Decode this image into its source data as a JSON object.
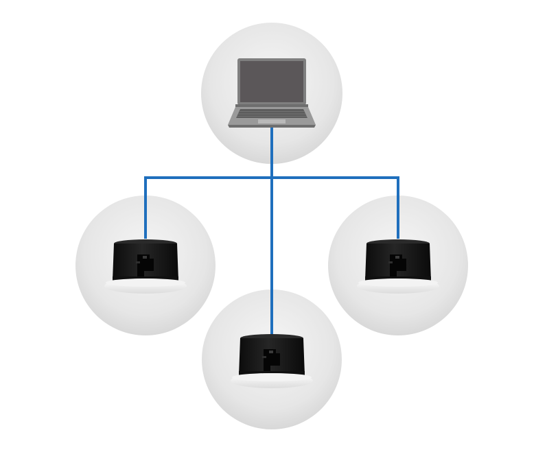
{
  "colors": {
    "background": "#ffffff",
    "connector": "#1f6fbd",
    "node_disc_light": "#f4f4f4",
    "node_disc_dark": "#d6d6d6",
    "laptop_body": "#8a8a8a",
    "laptop_screen": "#5b5759",
    "speaker_body": "#141414",
    "speaker_trim": "#e9e9e9"
  },
  "nodes": [
    {
      "id": "controller",
      "icon": "laptop-icon"
    },
    {
      "id": "speaker-left",
      "icon": "ceiling-speaker-icon"
    },
    {
      "id": "speaker-center",
      "icon": "ceiling-speaker-icon"
    },
    {
      "id": "speaker-right",
      "icon": "ceiling-speaker-icon"
    }
  ],
  "edges": [
    {
      "from": "controller",
      "to": "speaker-left"
    },
    {
      "from": "controller",
      "to": "speaker-center"
    },
    {
      "from": "controller",
      "to": "speaker-right"
    }
  ]
}
